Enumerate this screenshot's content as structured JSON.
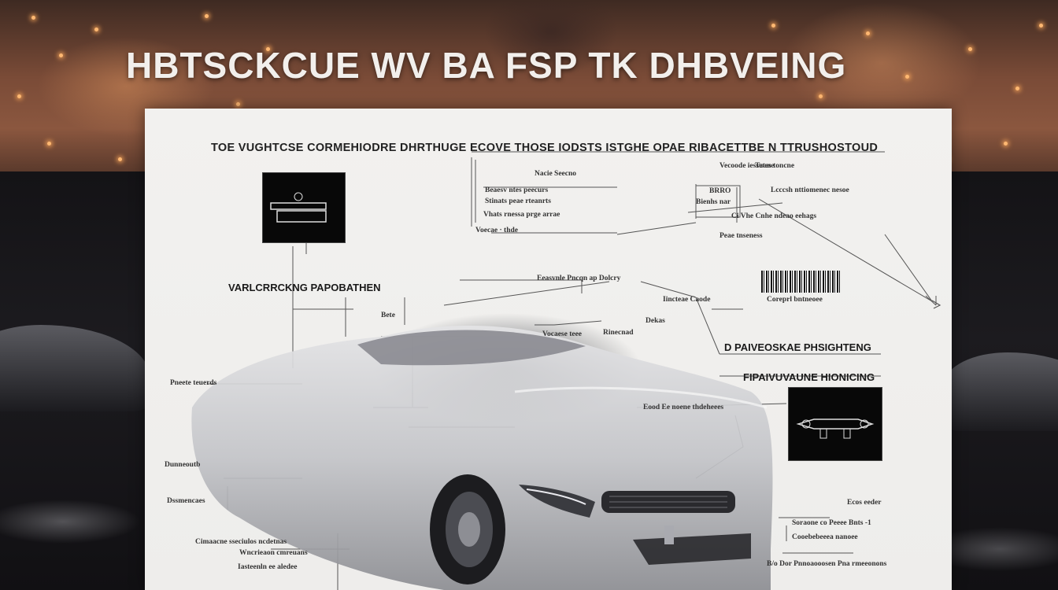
{
  "headline": "HBTSCKCUE  WV  BA FSP  TK  DHBVEING",
  "sheet": {
    "title": "TOE VUGHTCSE CORMEHIODRE DHRTHUGE  ECOVE THOSE  IODSTS ISTGHE  OPAE RIBACETTBE N TTRUSHOSTOUD",
    "section_left": "VARLCRRCKNG PAPOBATHEN",
    "section_right_1": "D PAIVEOSKAE PHSIGHTENG",
    "section_right_2": "FIPAIVUVAUNE HIONICING",
    "labels": {
      "top_a": "Nacie Seecno",
      "top_b": "Vecoode iessuane",
      "top_c": "Tetes toncne",
      "list_1": "Beaesv ntes peecurs",
      "list_2": "Stinats peae rteanrts",
      "list_3": "Vhats rnessa prge arrae",
      "list_4": "Voecae · thde",
      "box_1": "BRRO",
      "box_2": "Bienhs nar",
      "box_3": "Peae tnseness",
      "right_1": "Lcccsh nttiomenec nesoe",
      "right_2": "Ci Vhe Cnhe ndeao eehags",
      "mid_1": "Eeasvnle Pncqn ap Dolcry",
      "mid_2": "Iincteae Caode",
      "mid_3": "Coreprl bntneoee",
      "mid_4": "Bete",
      "mid_5": "Dekas",
      "mid_6": "Vocaese teee",
      "mid_7": "Rinecnad",
      "left_1": "Pneete teuerds",
      "left_2": "Dunneoutb",
      "left_3": "Dssmencaes",
      "left_4": "Cimaacne sseciulos ncdetnas",
      "left_5": "Wncrieaon cmreuans",
      "left_6": "Iasteenln ee aledee",
      "car_1": "Eood Ee noene thdeheees",
      "br_1": "Ecos eeder",
      "br_2": "Soraone co Peeee Bnts  -1",
      "br_3": "Cooebebeeea nanoee",
      "br_4": "B/o  Dor Pnnoaooosen  Pna rmeeonons"
    }
  },
  "colors": {
    "sheet": "#f2f1ef",
    "headline": "#f2efec",
    "bg_top": "#7a4b37",
    "bg_bottom": "#141316"
  }
}
